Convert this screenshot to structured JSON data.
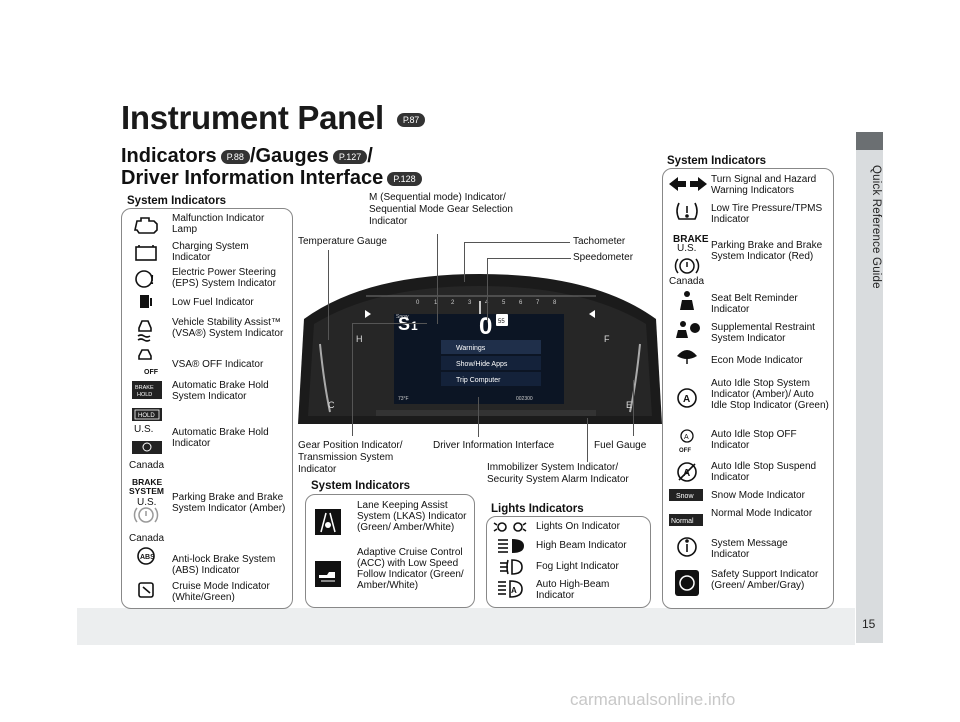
{
  "title": "Instrument Panel",
  "title_ref": "P.87",
  "subtitle": {
    "indicators": "Indicators",
    "indicators_ref": "P.88",
    "gauges": "/Gauges",
    "gauges_ref": "P.127",
    "slash": "/",
    "dii": "Driver Information Interface",
    "dii_ref": "P.128"
  },
  "side_tab": "Quick Reference Guide",
  "page_number": "15",
  "watermark": "carmanualsonline.info",
  "left_panel": {
    "heading": "System Indicators",
    "items": [
      {
        "icon": "malfunction-engine-icon",
        "label": "Malfunction Indicator Lamp"
      },
      {
        "icon": "battery-icon",
        "label": "Charging System Indicator"
      },
      {
        "icon": "steering-warning-icon",
        "label": "Electric Power Steering (EPS) System Indicator"
      },
      {
        "icon": "fuel-pump-icon",
        "label": "Low Fuel Indicator"
      },
      {
        "icon": "vsa-icon",
        "label": "Vehicle Stability Assist™ (VSA®) System Indicator"
      },
      {
        "icon": "vsa-off-icon",
        "label": "VSA® OFF Indicator"
      },
      {
        "icon": "brake-hold-icon",
        "label": "Automatic Brake Hold System Indicator"
      },
      {
        "icon": "hold-icon",
        "label": "Automatic Brake Hold Indicator"
      },
      {
        "icon": "brake-system-icon",
        "label": "Parking Brake and Brake System Indicator (Amber)"
      },
      {
        "icon": "abs-icon",
        "label": "Anti-lock Brake System (ABS) Indicator"
      },
      {
        "icon": "cruise-icon",
        "label": "Cruise Mode Indicator (White/Green)"
      }
    ],
    "us": "U.S.",
    "canada": "Canada",
    "brake_hold_text": "BRAKE HOLD",
    "hold_text": "HOLD",
    "brake_system_text": "BRAKE SYSTEM"
  },
  "bottom_center": {
    "heading": "System Indicators",
    "items": [
      {
        "icon": "lkas-icon",
        "label": "Lane Keeping Assist System (LKAS) Indicator (Green/ Amber/White)"
      },
      {
        "icon": "acc-icon",
        "label": "Adaptive Cruise Control (ACC) with Low Speed Follow Indicator (Green/ Amber/White)"
      }
    ]
  },
  "lights_panel": {
    "heading": "Lights Indicators",
    "items": [
      {
        "icon": "lights-on-icon",
        "label": "Lights On Indicator"
      },
      {
        "icon": "high-beam-icon",
        "label": "High Beam Indicator"
      },
      {
        "icon": "fog-light-icon",
        "label": "Fog Light Indicator"
      },
      {
        "icon": "auto-high-beam-icon",
        "label": "Auto High-Beam Indicator"
      }
    ]
  },
  "right_panel": {
    "heading": "System Indicators",
    "items": [
      {
        "icon": "turn-signal-icon",
        "label": "Turn Signal and Hazard Warning Indicators"
      },
      {
        "icon": "tpms-icon",
        "label": "Low Tire Pressure/TPMS Indicator"
      },
      {
        "icon": "brake-red-icon",
        "label": "Parking Brake and Brake System Indicator (Red)"
      },
      {
        "icon": "seatbelt-icon",
        "label": "Seat Belt Reminder Indicator"
      },
      {
        "icon": "srs-icon",
        "label": "Supplemental Restraint System Indicator"
      },
      {
        "icon": "econ-icon",
        "label": "Econ Mode Indicator"
      },
      {
        "icon": "auto-idle-stop-icon",
        "label": "Auto Idle Stop System Indicator (Amber)/ Auto Idle Stop Indicator (Green)"
      },
      {
        "icon": "auto-idle-off-icon",
        "label": "Auto Idle Stop OFF Indicator"
      },
      {
        "icon": "auto-idle-suspend-icon",
        "label": "Auto Idle Stop Suspend Indicator"
      },
      {
        "icon": "snow-icon",
        "label": "Snow Mode Indicator"
      },
      {
        "icon": "normal-icon",
        "label": "Normal Mode Indicator"
      },
      {
        "icon": "system-message-icon",
        "label": "System Message Indicator"
      },
      {
        "icon": "safety-support-icon",
        "label": "Safety Support Indicator (Green/ Amber/Gray)"
      }
    ],
    "brake_text": "BRAKE",
    "us": "U.S.",
    "canada": "Canada",
    "snow_text": "Snow",
    "normal_text": "Normal"
  },
  "callouts": {
    "m_indicator": "M (Sequential mode) Indicator/ Sequential Mode Gear Selection Indicator",
    "temperature": "Temperature Gauge",
    "tachometer": "Tachometer",
    "speedometer": "Speedometer",
    "gear_position": "Gear Position Indicator/ Transmission System Indicator",
    "dii": "Driver Information Interface",
    "fuel_gauge": "Fuel Gauge",
    "immobilizer": "Immobilizer System Indicator/ Security System Alarm Indicator"
  },
  "cluster_screen": {
    "warnings": "Warnings",
    "show_hide": "Show/Hide Apps",
    "trip": "Trip Computer",
    "speed": "0",
    "gear": "S",
    "gear_num": "1",
    "speed_limit": "55",
    "odo": "002300",
    "temp_outside": "73°F",
    "snow": "Snow"
  },
  "colors": {
    "cluster_bg": "#1b1b1b",
    "screen_bg": "#0c1524",
    "accent_panel": "#f2f2f2",
    "tab_gray": "#d9dcde"
  }
}
